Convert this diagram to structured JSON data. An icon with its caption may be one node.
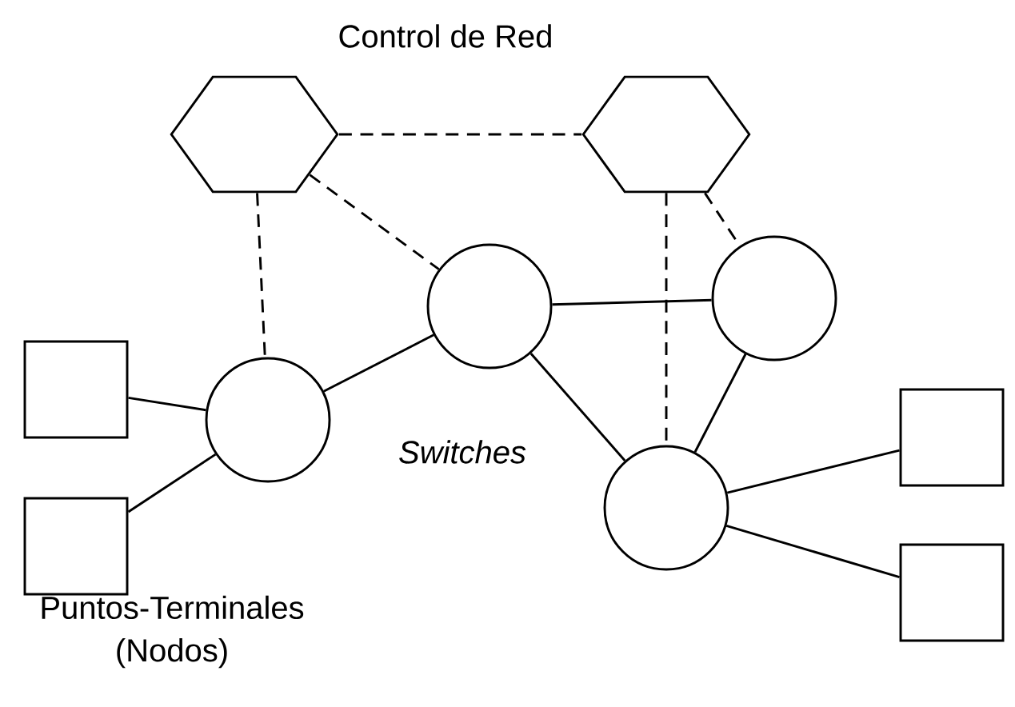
{
  "diagram": {
    "nodes": [
      {
        "text": [],
        "shape": "hexagon"
      },
      {
        "text": [],
        "shape": "hexagon"
      },
      {
        "text": [],
        "shape": "circle"
      },
      {
        "text": [],
        "shape": "circle"
      },
      {
        "text": [],
        "shape": "box"
      },
      {
        "text": [],
        "shape": "circle"
      },
      {
        "text": [],
        "shape": "box"
      },
      {
        "text": [],
        "shape": "circle"
      },
      {
        "text": [],
        "shape": "box"
      },
      {
        "text": [],
        "shape": "box"
      }
    ],
    "edges": [
      {
        "from": 0,
        "to": 1,
        "arrow": "none",
        "style": "dashed"
      },
      {
        "from": 0,
        "to": 5,
        "arrow": "none",
        "style": "dashed"
      },
      {
        "from": 0,
        "to": 2,
        "arrow": "none",
        "style": "dashed"
      },
      {
        "from": 1,
        "to": 7,
        "arrow": "none",
        "style": "dashed"
      },
      {
        "from": 1,
        "to": 3,
        "arrow": "none",
        "style": "dashed"
      },
      {
        "from": 4,
        "to": 5,
        "arrow": "none"
      },
      {
        "from": 8,
        "to": 5,
        "arrow": "none"
      },
      {
        "from": 5,
        "to": 2,
        "arrow": "none"
      },
      {
        "from": 2,
        "to": 3,
        "arrow": "none"
      },
      {
        "from": 2,
        "to": 7,
        "arrow": "none"
      },
      {
        "from": 3,
        "to": 7,
        "arrow": "none"
      },
      {
        "from": 7,
        "to": 6,
        "arrow": "none"
      },
      {
        "from": 7,
        "to": 9,
        "arrow": "none"
      }
    ],
    "labels": [
      "Control de Red",
      "Switches",
      "Puntos-Terminales (Nodos)"
    ]
  }
}
